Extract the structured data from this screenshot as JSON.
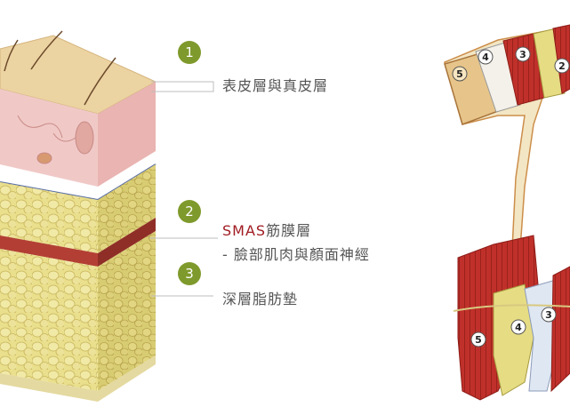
{
  "colors": {
    "badge": "#7f9a2c",
    "smas": "#a01c22",
    "epidermis": "#e8d0a4",
    "dermis": "#efc7c7",
    "fat": "#e6dc84",
    "muscle": "#b52a24"
  },
  "layers": [
    {
      "number": "1",
      "label": "表皮層與真皮層"
    },
    {
      "number": "2",
      "label_highlight": "SMAS",
      "label": "筋膜層",
      "sublabel": "- 臉部肌肉與顏面神經"
    },
    {
      "number": "3",
      "label": "深層脂肪墊"
    }
  ],
  "detail_labels": {
    "top": [
      "5",
      "4",
      "3",
      "2"
    ],
    "bottom": [
      "5",
      "4",
      "3"
    ]
  }
}
